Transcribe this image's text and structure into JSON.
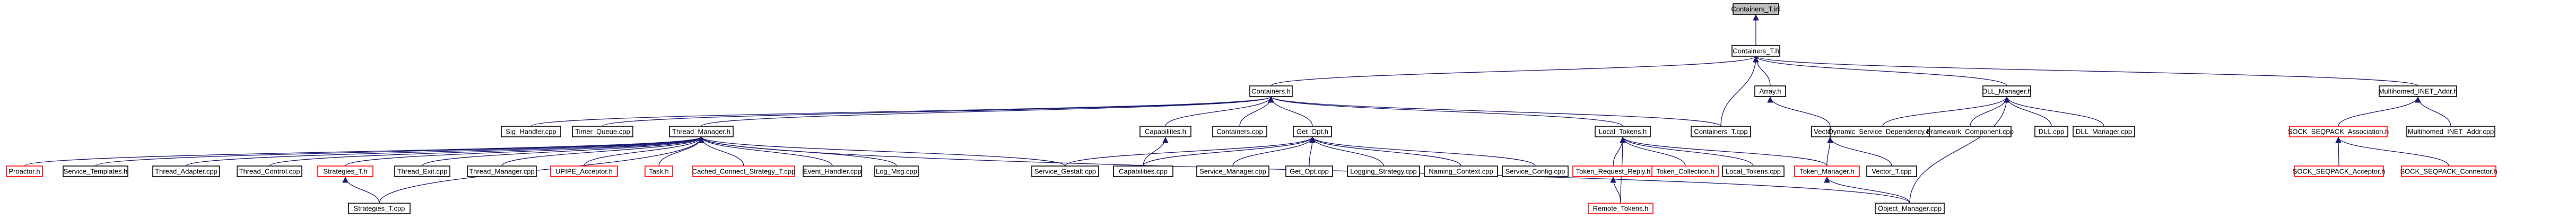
{
  "nodes": [
    {
      "id": "n_cth",
      "label": "Containers_T.inl",
      "red": false,
      "root": true
    },
    {
      "id": "n_ct_h",
      "label": "Containers_T.h",
      "red": false
    },
    {
      "id": "n_cont_h",
      "label": "Containers.h",
      "red": false
    },
    {
      "id": "n_array_h",
      "label": "Array.h",
      "red": false
    },
    {
      "id": "n_dll_h",
      "label": "DLL_Manager.h",
      "red": false
    },
    {
      "id": "n_mia_h",
      "label": "Multihomed_INET_Addr.h",
      "red": false
    },
    {
      "id": "n_vector_h",
      "label": "Vector_T.h",
      "red": false
    },
    {
      "id": "n_sig",
      "label": "Sig_Handler.cpp",
      "red": false
    },
    {
      "id": "n_timerq",
      "label": "Timer_Queue.cpp",
      "red": false
    },
    {
      "id": "n_tm_h",
      "label": "Thread_Manager.h",
      "red": false
    },
    {
      "id": "n_cap_h",
      "label": "Capabilities.h",
      "red": false
    },
    {
      "id": "n_cont_cpp",
      "label": "Containers.cpp",
      "red": false
    },
    {
      "id": "n_getopt_h",
      "label": "Get_Opt.h",
      "red": false
    },
    {
      "id": "n_lt_h",
      "label": "Local_Tokens.h",
      "red": false
    },
    {
      "id": "n_ct_cpp",
      "label": "Containers_T.cpp",
      "red": false
    },
    {
      "id": "n_dsd",
      "label": "Dynamic_Service_Dependency.cpp",
      "red": false
    },
    {
      "id": "n_fc",
      "label": "Framework_Component.cpp",
      "red": false
    },
    {
      "id": "n_dll_cpp",
      "label": "DLL.cpp",
      "red": false
    },
    {
      "id": "n_dllm_cpp",
      "label": "DLL_Manager.cpp",
      "red": false
    },
    {
      "id": "n_ssa_h",
      "label": "SOCK_SEQPACK_Association.h",
      "red": true
    },
    {
      "id": "n_mia_cpp",
      "label": "Multihomed_INET_Addr.cpp",
      "red": false
    },
    {
      "id": "n_proactor",
      "label": "Proactor.h",
      "red": true
    },
    {
      "id": "n_svc_tpl",
      "label": "Service_Templates.h",
      "red": false
    },
    {
      "id": "n_thr_adapter",
      "label": "Thread_Adapter.cpp",
      "red": false
    },
    {
      "id": "n_thr_ctrl",
      "label": "Thread_Control.cpp",
      "red": false
    },
    {
      "id": "n_strat_h",
      "label": "Strategies_T.h",
      "red": true
    },
    {
      "id": "n_thr_exit",
      "label": "Thread_Exit.cpp",
      "red": false
    },
    {
      "id": "n_tm_cpp",
      "label": "Thread_Manager.cpp",
      "red": false
    },
    {
      "id": "n_upipe",
      "label": "UPIPE_Acceptor.h",
      "red": true
    },
    {
      "id": "n_task",
      "label": "Task.h",
      "red": true
    },
    {
      "id": "n_cccs",
      "label": "Cached_Connect_Strategy_T.cpp",
      "red": true
    },
    {
      "id": "n_evh",
      "label": "Event_Handler.cpp",
      "red": false
    },
    {
      "id": "n_logmsg",
      "label": "Log_Msg.cpp",
      "red": false
    },
    {
      "id": "n_svc_gest",
      "label": "Service_Gestalt.cpp",
      "red": false
    },
    {
      "id": "n_cap_cpp",
      "label": "Capabilities.cpp",
      "red": false
    },
    {
      "id": "n_svc_mgr",
      "label": "Service_Manager.cpp",
      "red": false
    },
    {
      "id": "n_getopt_cpp",
      "label": "Get_Opt.cpp",
      "red": false
    },
    {
      "id": "n_logstrat",
      "label": "Logging_Strategy.cpp",
      "red": false
    },
    {
      "id": "n_naming",
      "label": "Naming_Context.cpp",
      "red": false
    },
    {
      "id": "n_svc_cfg",
      "label": "Service_Config.cpp",
      "red": false
    },
    {
      "id": "n_trr",
      "label": "Token_Request_Reply.h",
      "red": true
    },
    {
      "id": "n_tcoll",
      "label": "Token_Collection.h",
      "red": true
    },
    {
      "id": "n_lt_cpp",
      "label": "Local_Tokens.cpp",
      "red": false
    },
    {
      "id": "n_tokmgr",
      "label": "Token_Manager.h",
      "red": true
    },
    {
      "id": "n_vec_cpp",
      "label": "Vector_T.cpp",
      "red": false
    },
    {
      "id": "n_ssac",
      "label": "SOCK_SEQPACK_Acceptor.h",
      "red": true
    },
    {
      "id": "n_sscon",
      "label": "SOCK_SEQPACK_Connector.h",
      "red": true
    },
    {
      "id": "n_strat_cpp",
      "label": "Strategies_T.cpp",
      "red": false
    },
    {
      "id": "n_remtok",
      "label": "Remote_Tokens.h",
      "red": true
    },
    {
      "id": "n_objmgr",
      "label": "Object_Manager.cpp",
      "red": false
    }
  ]
}
